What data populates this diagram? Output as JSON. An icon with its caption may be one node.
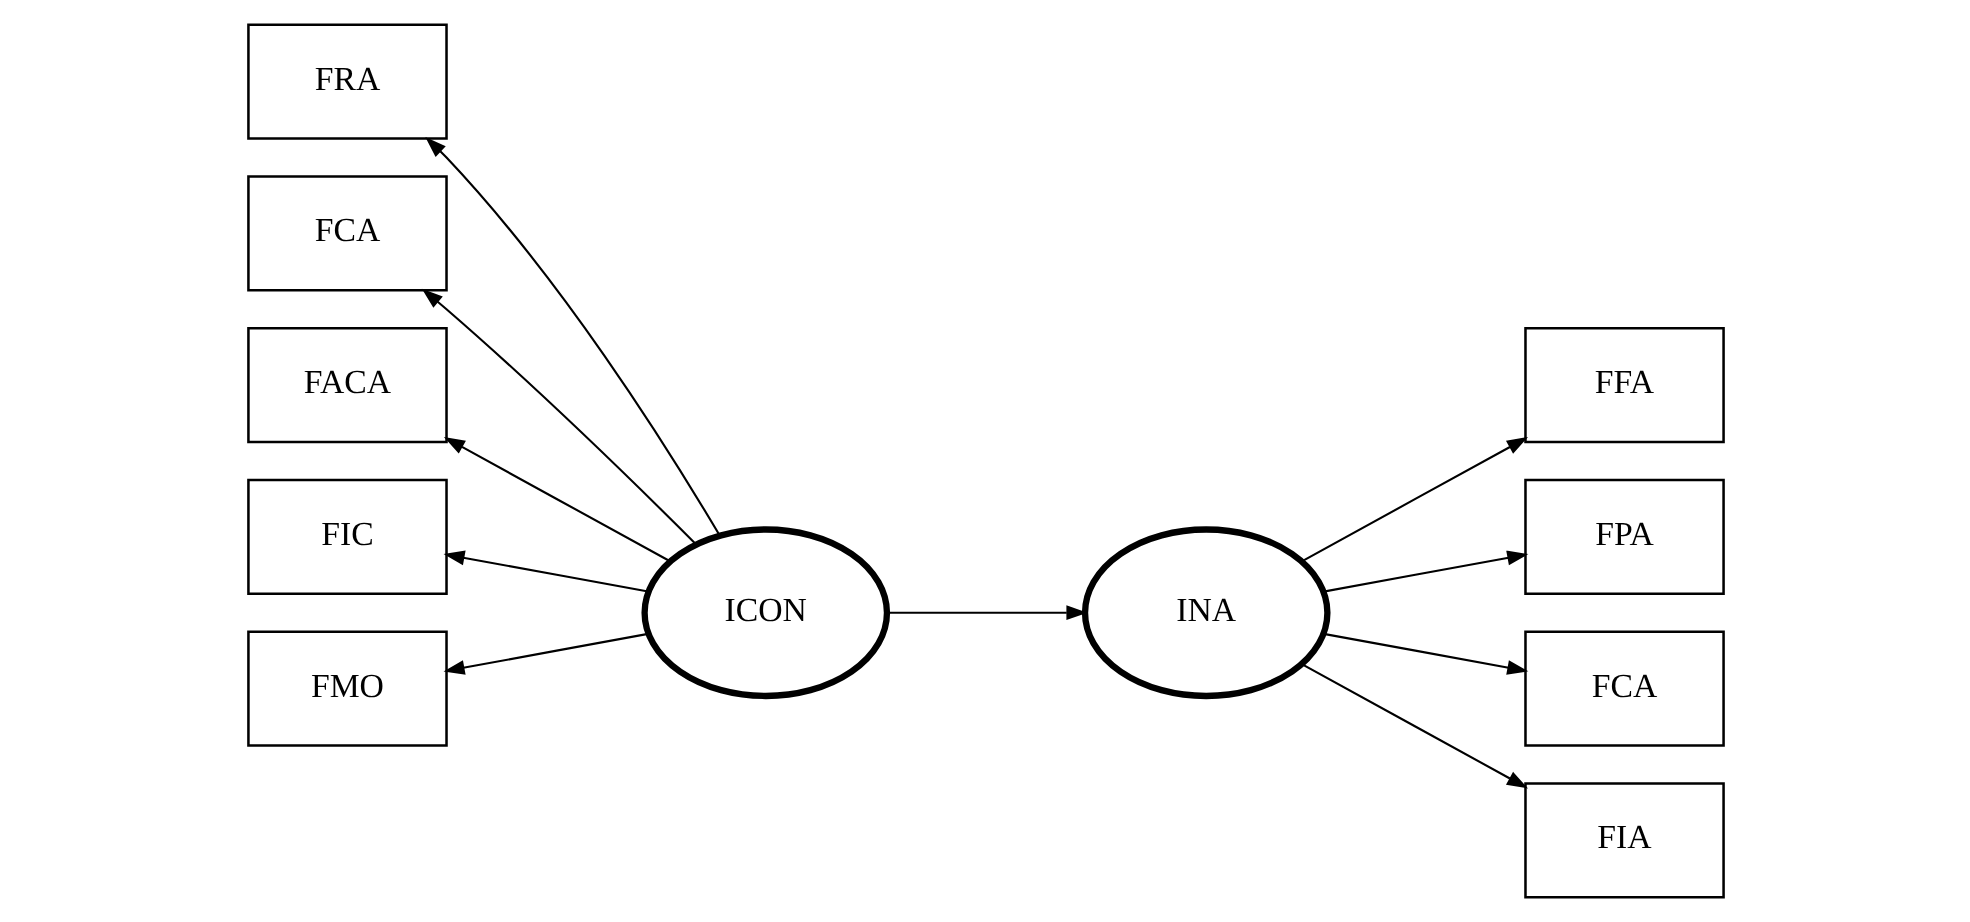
{
  "diagram": {
    "nodes": [
      {
        "text": [
          "FRA"
        ]
      },
      {
        "text": [
          "FCA"
        ]
      },
      {
        "text": [
          "FACA"
        ]
      },
      {
        "text": [
          "FIC"
        ]
      },
      {
        "text": [
          "FMO"
        ]
      },
      {
        "text": [
          "ICON"
        ]
      },
      {
        "text": [
          "INA"
        ]
      },
      {
        "text": [
          "FFA"
        ]
      },
      {
        "text": [
          "FPA"
        ]
      },
      {
        "text": [
          "FCA"
        ]
      },
      {
        "text": [
          "FIA"
        ]
      }
    ],
    "edges": [
      {
        "from": 5,
        "to": 0,
        "arrow": "to"
      },
      {
        "from": 5,
        "to": 1,
        "arrow": "to"
      },
      {
        "from": 5,
        "to": 2,
        "arrow": "to"
      },
      {
        "from": 5,
        "to": 3,
        "arrow": "to"
      },
      {
        "from": 5,
        "to": 4,
        "arrow": "to"
      },
      {
        "from": 5,
        "to": 6,
        "arrow": "to"
      },
      {
        "from": 6,
        "to": 7,
        "arrow": "to"
      },
      {
        "from": 6,
        "to": 8,
        "arrow": "to"
      },
      {
        "from": 6,
        "to": 9,
        "arrow": "to"
      },
      {
        "from": 6,
        "to": 10,
        "arrow": "to"
      }
    ]
  }
}
